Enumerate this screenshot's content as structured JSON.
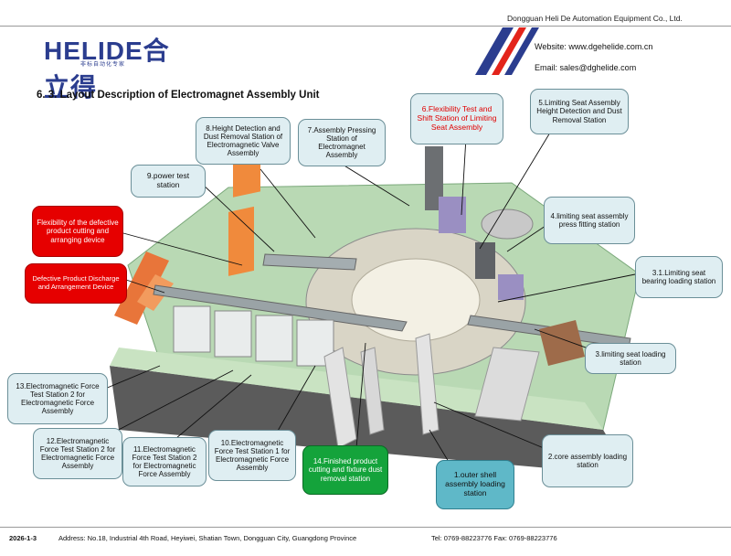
{
  "header": {
    "company": "Dongguan Heli De Automation Equipment Co., Ltd.",
    "logo_text": "HELIDE合立得",
    "logo_sub": "非标自动化专家",
    "website": "Website: www.dgehelide.com.cn",
    "email": "Email: sales@dghelide.com"
  },
  "title": "6. 3. Layout Description of Electromagnet Assembly Unit",
  "colors": {
    "callout_fill": "#dfeef2",
    "red": "#e60000",
    "green": "#14a33b",
    "teal": "#5fb8c8",
    "logo_blue": "#2b3d8f",
    "logo_red": "#e3241b"
  },
  "callouts": {
    "c8": "8.Height Detection and Dust Removal Station of Electromagnetic Valve Assembly",
    "c7": "7.Assembly Pressing Station of Electromagnet Assembly",
    "c6": "6.Flexibility Test and Shift Station of Limiting Seat Assembly",
    "c5": "5.Limiting Seat Assembly Height Detection and Dust Removal Station",
    "c9": "9.power test station",
    "c4": "4.limiting seat assembly press fitting station",
    "flex": "Flexibility of the defective product cutting and arranging device",
    "defect": "Defective Product Discharge and Arrangement Device",
    "c31": "3.1.Limiting seat bearing loading station",
    "c3": "3.limiting seat loading station",
    "c13": "13.Electromagnetic Force Test Station 2 for Electromagnetic Force Assembly",
    "c12": "12.Electromagnetic Force Test Station 2 for Electromagnetic Force Assembly",
    "c11": "11.Electromagnetic Force Test Station 2 for Electromagnetic Force Assembly",
    "c10": "10.Electromagnetic Force Test Station 1 for Electromagnetic Force Assembly",
    "c14": "14.Finished product cutting and fixture dust removal station",
    "c1": "1.outer shell assembly loading station",
    "c2": "2.core assembly loading station"
  },
  "footer": {
    "date": "2026-1-3",
    "address": "Address: No.18, Industrial 4th Road, Heyiwei, Shatian Town, Dongguan City, Guangdong Province",
    "tel": "Tel: 0769-88223776 Fax: 0769-88223776"
  }
}
